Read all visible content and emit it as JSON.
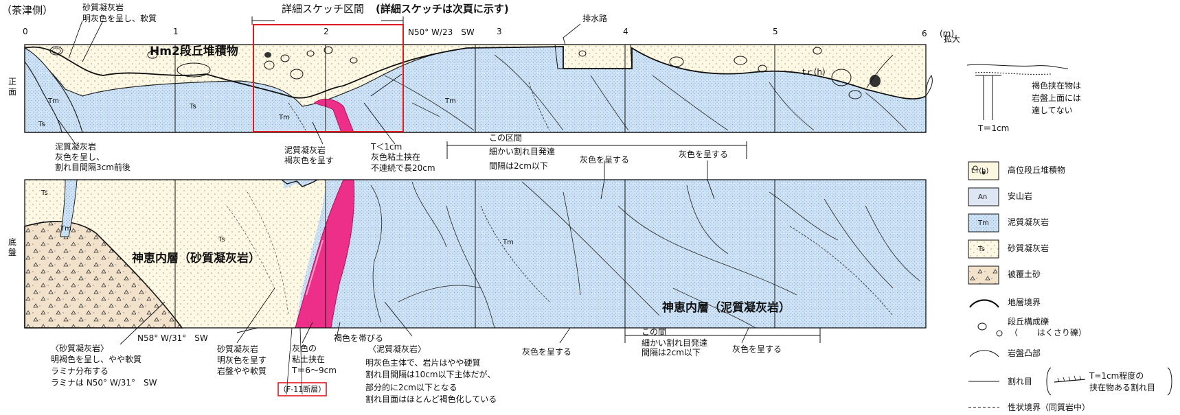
{
  "header": {
    "side_label": "（茶津側）",
    "sketch_interval": "詳細スケッチ区間",
    "sketch_note": "(詳細スケッチは次頁に示す)",
    "drain_label": "排水路",
    "strike_top": "N50° W/23　SW",
    "enlarge_label": "拡大",
    "scale_unit": "(m)"
  },
  "scale_ticks": [
    "0",
    "1",
    "2",
    "3",
    "4",
    "5",
    "6"
  ],
  "panels": {
    "front": "正面",
    "floor": "底盤"
  },
  "formations": {
    "terrace": "Hm2段丘堆積物",
    "kamie_sand": "神恵内層（砂質凝灰岩）",
    "kamie_mud": "神恵内層（泥質凝灰岩）",
    "tr_h": "tｒ(h)",
    "tm": "Tm",
    "ts": "Ts"
  },
  "notes": {
    "top_ts_1": "砂質凝灰岩",
    "top_ts_2": "明灰色を呈し、軟質",
    "mid_mud_1": "泥質凝灰岩",
    "mid_mud_2": "灰色を呈し、",
    "mid_mud_3": "割れ目間隔3cm前後",
    "mid_mud_b1": "泥質凝灰岩",
    "mid_mud_b2": "褐灰色を呈す",
    "clay_1": "T＜1cm",
    "clay_2": "灰色粘土挟在",
    "clay_3": "不連続で長20cm",
    "section_1": "この区間",
    "section_2": "細かい割れ目発達",
    "section_3": "間隔は2cm以下",
    "gray_1": "灰色を呈する",
    "gray_2": "灰色を呈する",
    "enlarge_1": "褐色挟在物は",
    "enlarge_2": "岩盤上面には",
    "enlarge_3": "達してない",
    "enlarge_t": "T＝1cm",
    "strike_bottom": "N58° W/31°　SW",
    "sand_h": "〈砂質凝灰岩〉",
    "sand_1": "明褐色を呈し、やや軟質",
    "sand_2": "ラミナ分布する",
    "sand_3": "ラミナは N50° W/31°　SW",
    "ts2_1": "砂質凝灰岩",
    "ts2_2": "明灰色を呈す",
    "ts2_3": "岩盤やや軟質",
    "fault_1": "灰色の",
    "fault_2": "粘土挟在",
    "fault_3": "T＝6～9cm",
    "fault_name": "（F-11断層）",
    "brown_tint": "褐色を帯びる",
    "mud_h": "〈泥質凝灰岩〉",
    "mud_1": "明灰色主体で、岩片はやや硬質",
    "mud_2": "割れ目間隔は10cm以下主体だが、",
    "mud_3": "部分的に2cm以下となる",
    "mud_4": "割れ目面はほとんど褐色化している",
    "gray_3": "灰色を呈する",
    "section_b1": "この間",
    "section_b2": "細かい割れ目発達",
    "section_b3": "間隔は2cm以下",
    "gray_4": "灰色を呈する"
  },
  "legend": [
    {
      "swatch": "t.r(h)",
      "label": "高位段丘堆積物"
    },
    {
      "swatch": "An",
      "label": "安山岩"
    },
    {
      "swatch": "Tm",
      "label": "泥質凝灰岩"
    },
    {
      "swatch": "Ts",
      "label": "砂質凝灰岩"
    },
    {
      "swatch": "",
      "label": "被覆土砂"
    },
    {
      "swatch": "",
      "label": "地層境界"
    },
    {
      "swatch": "",
      "label": "段丘構成礫"
    },
    {
      "swatch": "",
      "label": "（　　 はくさり礫）"
    },
    {
      "swatch": "",
      "label": "岩盤凸部"
    },
    {
      "swatch": "",
      "label": "割れ目"
    },
    {
      "swatch": "",
      "label": "T=1cm程度の"
    },
    {
      "swatch": "",
      "label": "挟在物ある割れ目"
    },
    {
      "swatch": "",
      "label": "性状境界（同質岩中）"
    }
  ],
  "colors": {
    "terrace": "#fbf7e0",
    "tm": "#cfe3f5",
    "tm_dots": "#7aa8d6",
    "ts": "#fdf8e4",
    "cover": "#f2e2cc",
    "fault": "#ee2f8a",
    "fault_light": "#f7a8cc",
    "box": "#e0191e"
  }
}
